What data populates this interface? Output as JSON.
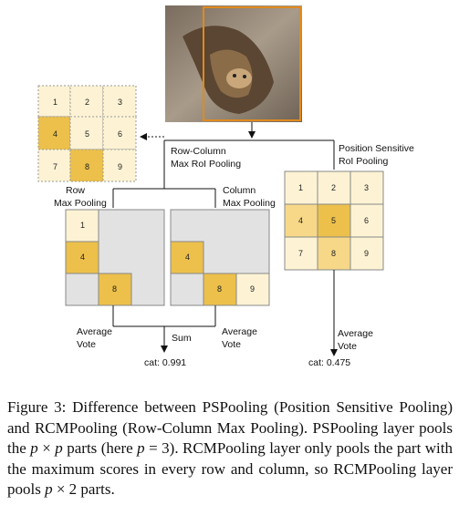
{
  "diagram": {
    "labels": {
      "row_col_pool_1": "Row-Column",
      "row_col_pool_2": "Max RoI Pooling",
      "pos_sens_1": "Position Sensitive",
      "pos_sens_2": "RoI Pooling",
      "row_max_1": "Row",
      "row_max_2": "Max Pooling",
      "col_max_1": "Column",
      "col_max_2": "Max Pooling",
      "avg_vote_1": "Average",
      "avg_vote_2": "Vote",
      "avg_vote_col_1": "Average",
      "avg_vote_col_2": "Vote",
      "avg_vote_ps_1": "Average",
      "avg_vote_ps_2": "Vote",
      "sum": "Sum",
      "cat_rc": "cat: 0.991",
      "cat_ps": "cat: 0.475"
    },
    "cells": {
      "c1": "1",
      "c2": "2",
      "c3": "3",
      "c4": "4",
      "c5": "5",
      "c6": "6",
      "c7": "7",
      "c8": "8",
      "c9": "9"
    },
    "colors": {
      "photo_border": "#e08a1e",
      "cell_light": "#fdf3d4",
      "cell_mid": "#f6d888",
      "cell_dark": "#ecc04a",
      "pool_bg": "#e2e2e2"
    }
  },
  "caption": {
    "prefix": "Figure 3: Difference between PSPooling (Position Sensitive Pooling) and RCMPooling (Row-Column Max Pooling). PSPooling layer pools the ",
    "p1": "p",
    "times1": " × ",
    "p2": "p",
    "mid": " parts (here ",
    "p3": "p",
    "eq": " = 3). RCMPooling layer only pools the part with the maximum scores in every row and column, so RCMPooling layer pools ",
    "p4": "p",
    "suffix": " × 2 parts."
  }
}
